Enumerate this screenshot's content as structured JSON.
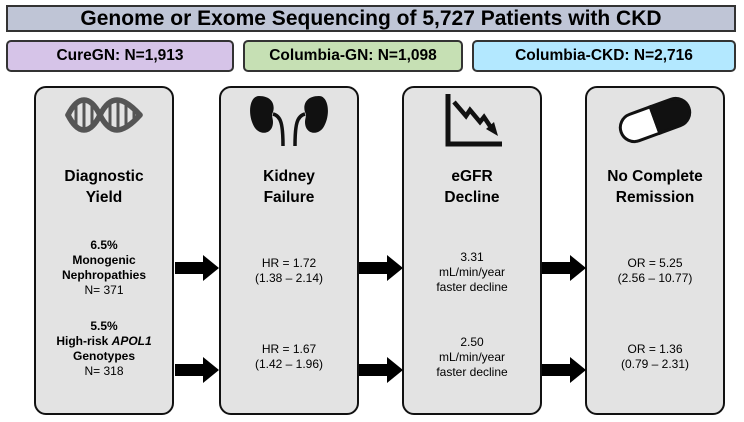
{
  "title": "Genome or Exome Sequencing of 5,727 Patients with CKD",
  "cohorts": [
    {
      "label": "CureGN: N=1,913",
      "color": "#d6c4e8"
    },
    {
      "label": "Columbia-GN: N=1,098",
      "color": "#c6e0b4"
    },
    {
      "label": "Columbia-CKD: N=2,716",
      "color": "#b3e8ff"
    }
  ],
  "panels": [
    {
      "icon": "dna-icon",
      "heading": [
        "Diagnostic",
        "Yield"
      ],
      "stat1": {
        "pct": "6.5%",
        "line2": "Monogenic",
        "line3": "Nephropathies",
        "n": "N= 371"
      },
      "stat2": {
        "pct": "5.5%",
        "line2_prefix": "High-risk ",
        "line2_italic": "APOL1",
        "line3": "Genotypes",
        "n": "N= 318"
      }
    },
    {
      "icon": "kidney-icon",
      "heading": [
        "Kidney",
        "Failure"
      ],
      "stat1": {
        "line1": "HR = 1.72",
        "line2": "(1.38 – 2.14)"
      },
      "stat2": {
        "line1": "HR = 1.67",
        "line2": "(1.42 – 1.96)"
      }
    },
    {
      "icon": "declining-chart-icon",
      "heading": [
        "eGFR",
        "Decline"
      ],
      "stat1": {
        "line1": "3.31",
        "line2": "mL/min/year",
        "line3": "faster decline"
      },
      "stat2": {
        "line1": "2.50",
        "line2": "mL/min/year",
        "line3": "faster decline"
      }
    },
    {
      "icon": "pill-capsule-icon",
      "heading": [
        "No Complete",
        "Remission"
      ],
      "stat1": {
        "line1": "OR = 5.25",
        "line2": "(2.56 – 10.77)"
      },
      "stat2": {
        "line1": "OR = 1.36",
        "line2": "(0.79 – 2.31)"
      }
    }
  ]
}
